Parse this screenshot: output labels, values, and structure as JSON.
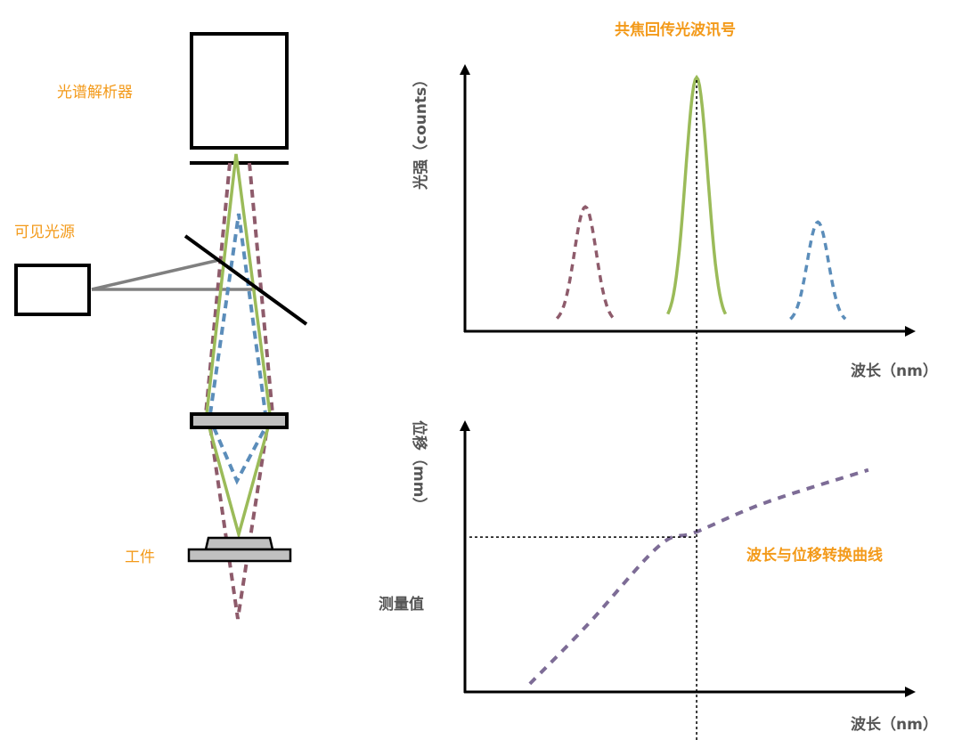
{
  "labels": {
    "spectrometer": "光谱解析器",
    "light_source": "可见光源",
    "workpiece": "工件"
  },
  "colors": {
    "label_orange": "#f39a1a",
    "beam_green": "#9bbb59",
    "beam_red": "#8e5b6b",
    "beam_blue": "#5b8dba",
    "curve_purple": "#7d6c96",
    "axis_gray": "#555555"
  },
  "chart_data": [
    {
      "type": "line",
      "title": "共焦回传光波讯号",
      "xlabel": "波长（nm）",
      "ylabel": "光强（counts）",
      "xlim": [
        0,
        100
      ],
      "ylim": [
        0,
        100
      ],
      "grid": false,
      "series": [
        {
          "name": "red",
          "style": "dashed",
          "center": 26.7,
          "peak": 49,
          "halfwidth": 6.3
        },
        {
          "name": "green",
          "style": "solid",
          "center": 51.4,
          "peak": 100,
          "halfwidth": 6.4
        },
        {
          "name": "blue",
          "style": "dashed",
          "center": 78.3,
          "peak": 43,
          "halfwidth": 6.1
        }
      ],
      "marker_x": 51.4
    },
    {
      "type": "line",
      "title": "波长与位移转换曲线",
      "xlabel": "波长（nm）",
      "ylabel": "位移（mm）",
      "measured_label": "测量值",
      "xlim": [
        0,
        100
      ],
      "ylim": [
        0,
        100
      ],
      "grid": false,
      "series": [
        {
          "name": "conversion",
          "style": "dashed",
          "x": [
            14.4,
            27.3,
            43.1,
            51.2,
            66.8,
            89.5
          ],
          "y": [
            3,
            25,
            54,
            59,
            70,
            82
          ]
        }
      ],
      "measured_value": 57.2,
      "marker_x": 51.4
    }
  ]
}
